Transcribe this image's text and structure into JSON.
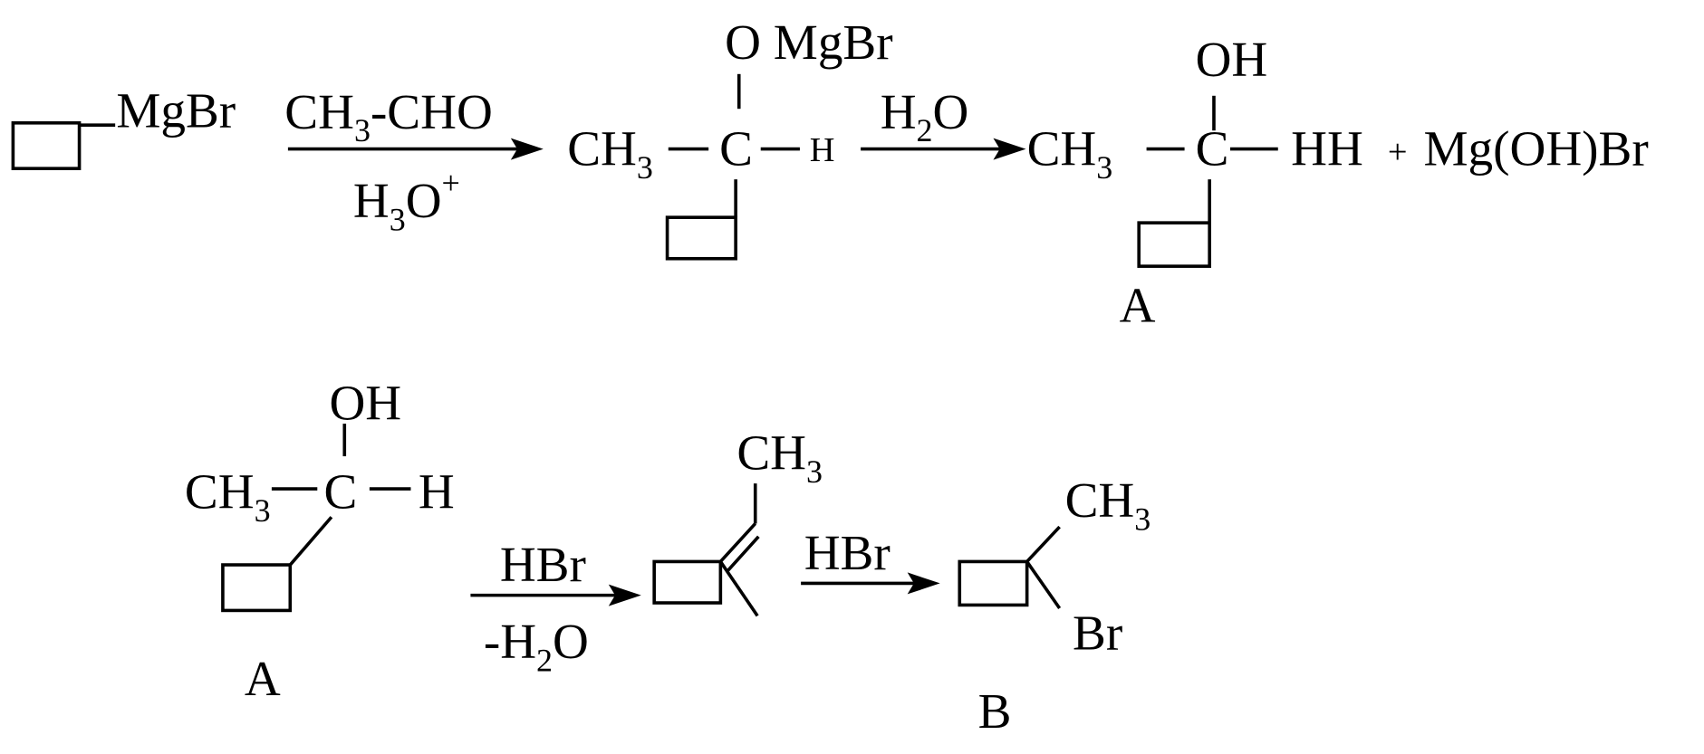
{
  "reaction1": {
    "reactant": "MgBr",
    "reagent_above": {
      "main": "CH",
      "sub": "3",
      "rest": "-CHO"
    },
    "reagent_below": {
      "main": "H",
      "sub": "3",
      "rest": "O",
      "sup": "+"
    },
    "intermediate": {
      "left": "CH",
      "left_sub": "3",
      "center": "C",
      "right": "H",
      "top": "O MgBr"
    },
    "reagent2_above": {
      "main": "H",
      "sub": "2",
      "rest": "O"
    },
    "product": {
      "left": "CH",
      "left_sub": "3",
      "center": "C",
      "right": "HH",
      "top": "OH",
      "label": "A"
    },
    "plus": "+",
    "byproduct": "Mg(OH)Br"
  },
  "reaction2": {
    "start": {
      "left": "CH",
      "left_sub": "3",
      "center": "C",
      "right": "H",
      "top": "OH",
      "label": "A"
    },
    "reagent_above": "HBr",
    "reagent_below": {
      "main": "-H",
      "sub": "2",
      "rest": "O"
    },
    "alkene": {
      "group": "CH",
      "group_sub": "3"
    },
    "reagent2_above": "HBr",
    "product": {
      "group": "CH",
      "group_sub": "3",
      "halogen": "Br",
      "label": "B"
    }
  }
}
